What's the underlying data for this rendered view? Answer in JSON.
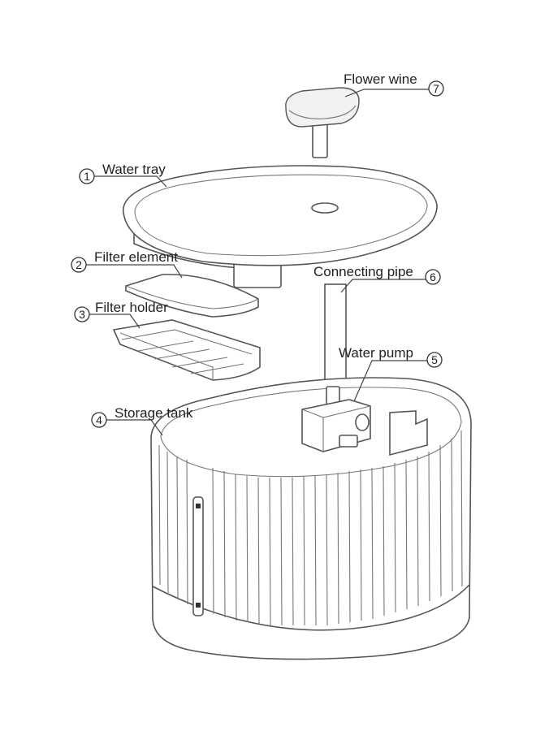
{
  "parts": [
    {
      "number": "1",
      "label": "Water tray"
    },
    {
      "number": "2",
      "label": "Filter element"
    },
    {
      "number": "3",
      "label": "Filter holder"
    },
    {
      "number": "4",
      "label": "Storage tank"
    },
    {
      "number": "5",
      "label": "Water pump"
    },
    {
      "number": "6",
      "label": "Connecting pipe"
    },
    {
      "number": "7",
      "label": "Flower wine"
    }
  ]
}
